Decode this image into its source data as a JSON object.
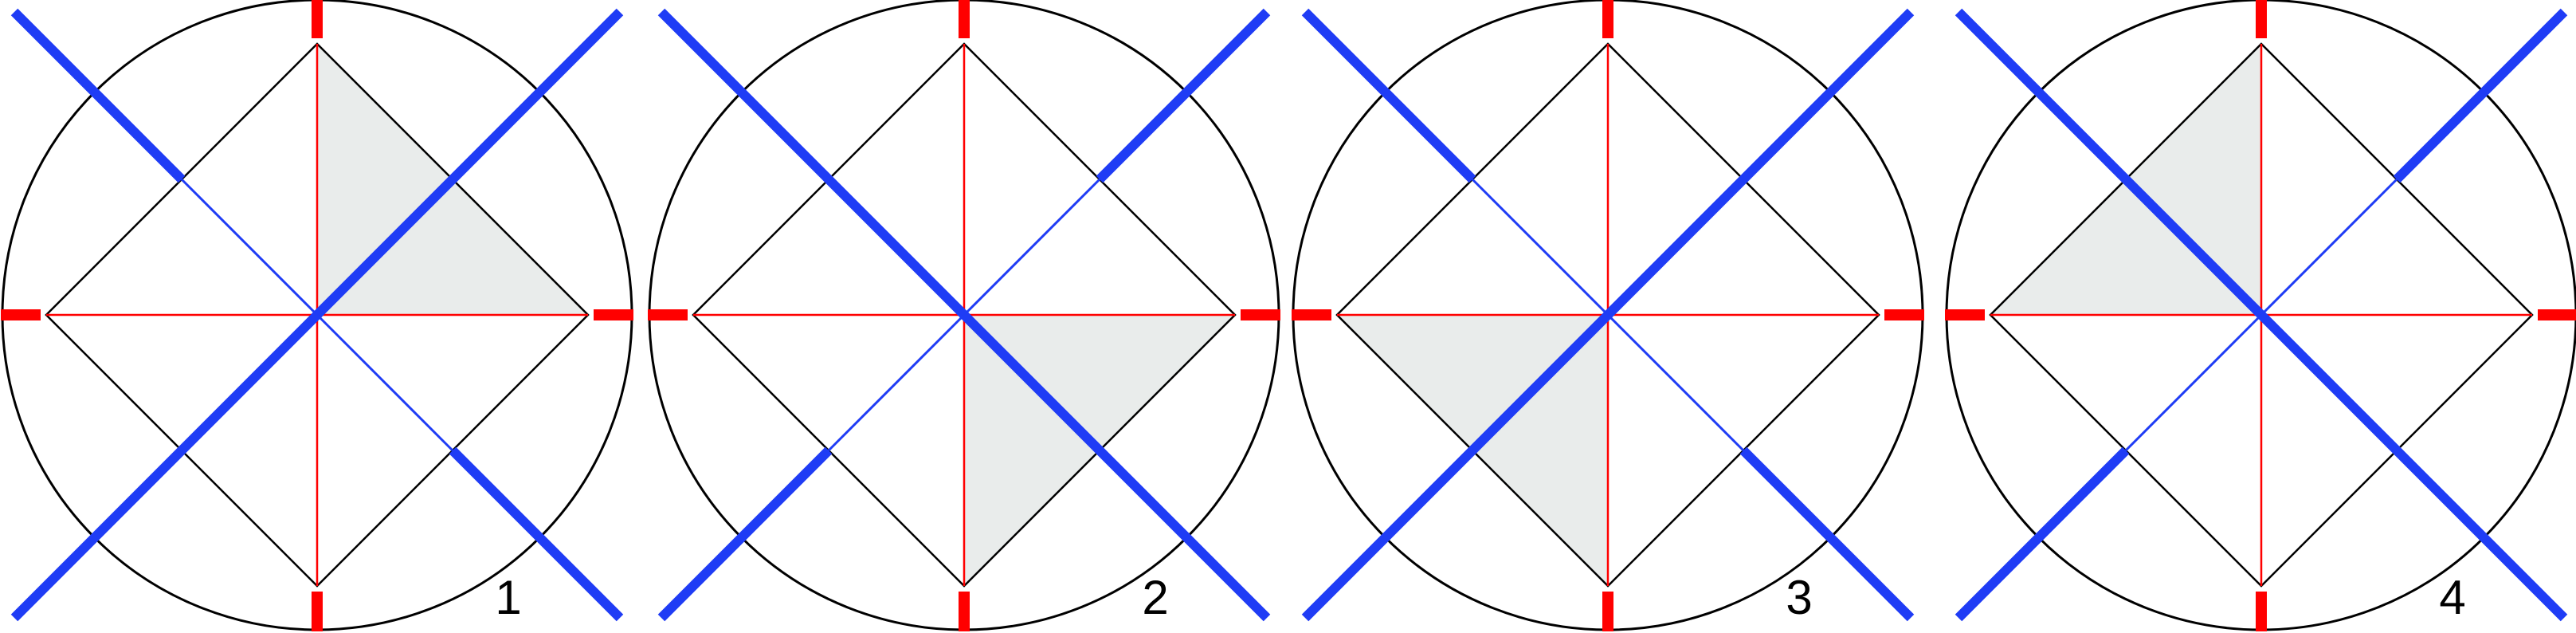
{
  "colors": {
    "outline": "#000000",
    "axis_red": "#ff0000",
    "diag_blue": "#1f3cf5",
    "shade": "#e9eceb",
    "background": "#ffffff"
  },
  "panels": [
    {
      "label": "1",
      "shaded_quadrant": "top-right"
    },
    {
      "label": "2",
      "shaded_quadrant": "bottom-right"
    },
    {
      "label": "3",
      "shaded_quadrant": "bottom-left"
    },
    {
      "label": "4",
      "shaded_quadrant": "top-left"
    }
  ]
}
